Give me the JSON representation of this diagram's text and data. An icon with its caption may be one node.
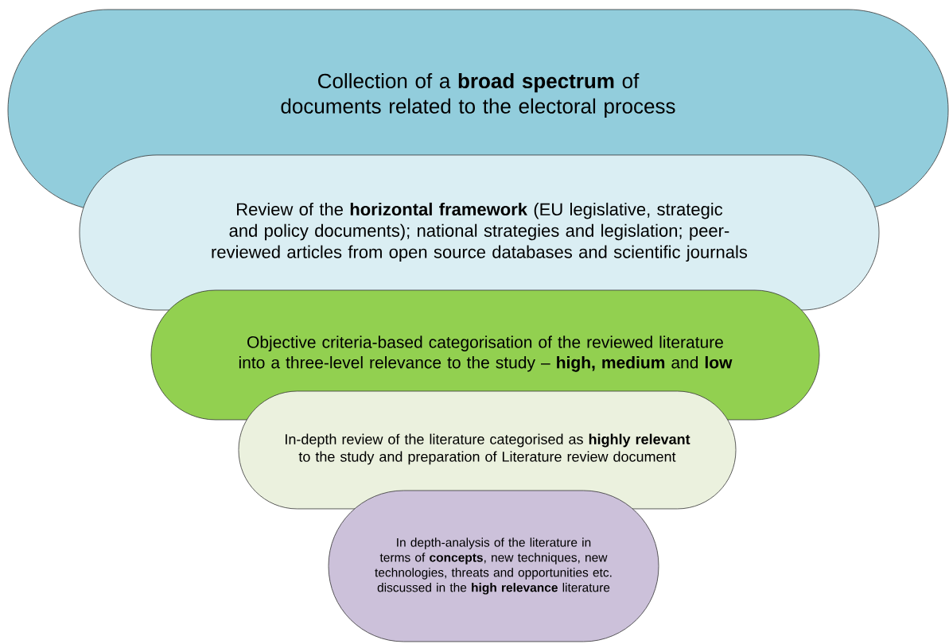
{
  "diagram": {
    "nodes": [
      {
        "text": [
          "Collection of a **broad spectrum** of documents related to the electoral process"
        ]
      },
      {
        "text": [
          "Review of the **horizontal framework** (EU legislative, strategic and policy documents); national strategies and legislation; peer-reviewed articles from open source databases and scientific journals"
        ]
      },
      {
        "text": [
          "Objective criteria-based categorisation of the reviewed literature into a three-level relevance to the study – **high, medium** and **low**"
        ]
      },
      {
        "text": [
          "In-depth review of the literature categorised as **highly relevant** to the study and preparation of Literature review document"
        ]
      },
      {
        "text": [
          "In depth-analysis of the literature in terms of **concepts**, new techniques, new technologies, threats and opportunities etc. discussed in the **high relevance** literature"
        ]
      }
    ]
  }
}
